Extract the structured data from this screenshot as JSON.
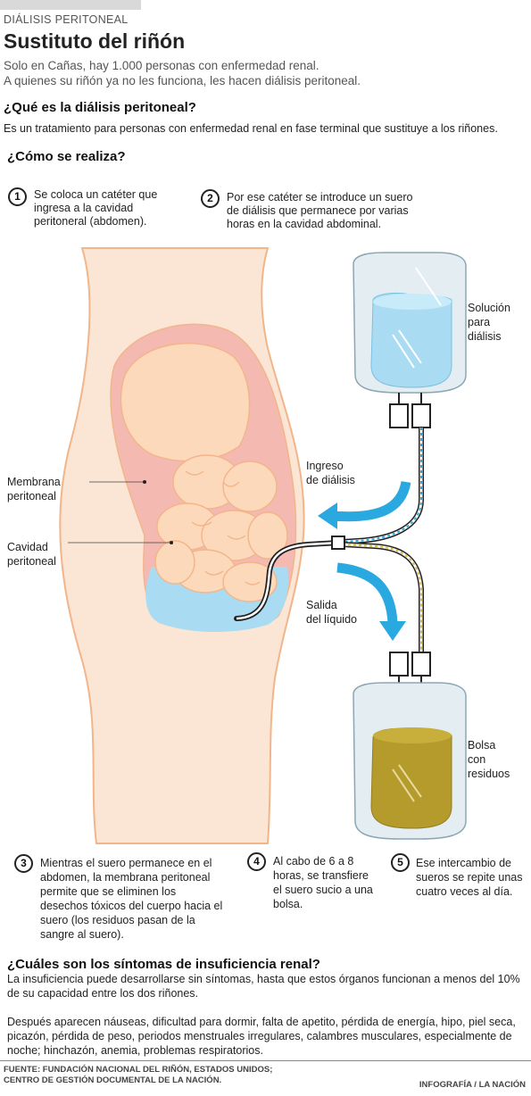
{
  "header": {
    "kicker": "DIÁLISIS PERITONEAL",
    "title": "Sustituto del riñón",
    "lede_line1": "Solo en Cañas, hay 1.000 personas con enfermedad renal.",
    "lede_line2": "A quienes su riñón ya no les funciona, les hacen diálisis peritoneal."
  },
  "what": {
    "heading": "¿Qué es la diálisis peritoneal?",
    "text": "Es un tratamiento para personas con enfermedad renal en fase terminal que sustituye a los riñones."
  },
  "how": {
    "heading": "¿Cómo se realiza?"
  },
  "steps": [
    {
      "num": "1",
      "text": "Se coloca un catéter que ingresa a la cavidad peritoneral (abdomen)."
    },
    {
      "num": "2",
      "text": "Por ese catéter se introduce un suero de diálisis que permanece por varias horas en la cavidad abdominal."
    },
    {
      "num": "3",
      "text": "Mientras el suero permanece en el abdomen, la membrana peritoneal permite que se eliminen los desechos tóxicos del cuerpo hacia el suero (los residuos pasan de la sangre al suero)."
    },
    {
      "num": "4",
      "text": "Al cabo de 6 a 8 horas, se transfiere el suero sucio a una bolsa."
    },
    {
      "num": "5",
      "text": "Ese intercambio de sueros se repite unas cuatro veces al día."
    }
  ],
  "labels": {
    "membrana_1": "Membrana",
    "membrana_2": "peritoneal",
    "cavidad_1": "Cavidad",
    "cavidad_2": "peritoneal",
    "solucion_1": "Solución",
    "solucion_2": "para",
    "solucion_3": "diálisis",
    "ingreso_1": "Ingreso",
    "ingreso_2": "de diálisis",
    "salida_1": "Salida",
    "salida_2": "del líquido",
    "bolsa_1": "Bolsa",
    "bolsa_2": "con",
    "bolsa_3": "residuos"
  },
  "symptoms": {
    "heading": "¿Cuáles son los síntomas de insuficiencia renal?",
    "p1": "La insuficiencia puede desarrollarse sin síntomas, hasta que estos órganos funcionan a menos del 10% de su capacidad entre los dos riñones.",
    "p2": "Después aparecen náuseas, dificultad para dormir,  falta de apetito, pérdida de energía,  hipo,  piel seca, picazón, pérdida de peso, periodos menstruales irregulares, calambres musculares, especialmente de noche; hinchazón, anemia, problemas respiratorios."
  },
  "footer": {
    "source_1": "FUENTE: FUNDACIÓN NACIONAL DEL RIÑÓN, ESTADOS UNIDOS;",
    "source_2": "CENTRO DE GESTIÓN DOCUMENTAL DE LA NACIÓN.",
    "credit": "INFOGRAFÍA / LA NACIÓN"
  },
  "colors": {
    "skin": "#fbe6d6",
    "outline": "#f2b58a",
    "cavity_pink": "#f4b9b0",
    "intestine": "#fcd9ba",
    "fluid_blue": "#a9dcf3",
    "arrow_blue": "#29a9e0",
    "waste": "#b49b2b"
  }
}
